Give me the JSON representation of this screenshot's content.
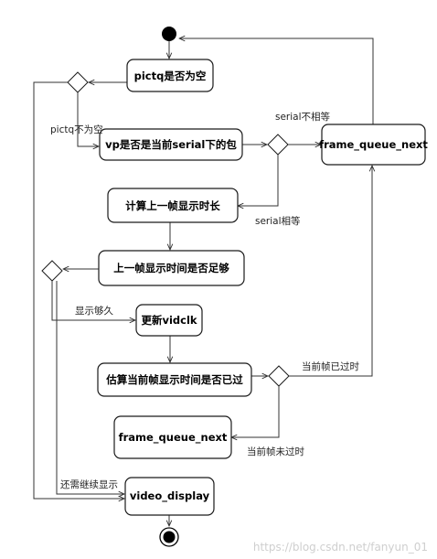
{
  "nodes": {
    "pictq_empty": "pictq是否为空",
    "vp_current_serial": "vp是否是当前serial下的包",
    "frame_queue_next_top": "frame_queue_next",
    "calc_last_duration": "计算上一帧显示时长",
    "last_duration_enough": "上一帧显示时间是否足够",
    "update_vidclk": "更新vidclk",
    "estimate_passed": "估算当前帧显示时间是否已过",
    "frame_queue_next_bottom": "frame_queue_next",
    "video_display": "video_display"
  },
  "edge_labels": {
    "pictq_not_empty": "pictq不为空",
    "serial_not_equal": "serial不相等",
    "serial_equal": "serial相等",
    "display_enough": "显示够久",
    "frame_passed": "当前帧已过时",
    "frame_not_passed": "当前帧未过时",
    "need_continue_display": "还需继续显示"
  },
  "watermark": "https://blog.csdn.net/fanyun_01"
}
